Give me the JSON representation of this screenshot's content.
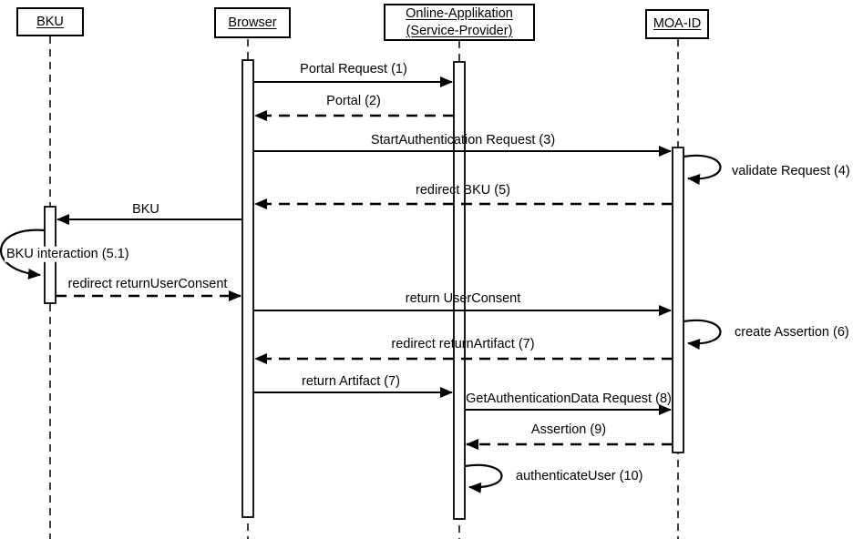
{
  "diagram": {
    "kind": "uml-sequence-diagram",
    "colors": {
      "line": "#000000",
      "background": "#ffffff"
    },
    "actors": [
      {
        "id": "bku",
        "label": "BKU"
      },
      {
        "id": "browser",
        "label": "Browser"
      },
      {
        "id": "online-app",
        "label": "Online-Applikation (Service-Provider)"
      },
      {
        "id": "moa-id",
        "label": "MOA-ID"
      }
    ],
    "messages": [
      {
        "label": "Portal Request (1)",
        "from": "Browser",
        "to": "Online-Applikation",
        "style": "solid"
      },
      {
        "label": "Portal (2)",
        "from": "Online-Applikation",
        "to": "Browser",
        "style": "dashed"
      },
      {
        "label": "StartAuthentication Request (3)",
        "from": "Browser",
        "to": "MOA-ID",
        "style": "solid"
      },
      {
        "label": "validate Request (4)",
        "from": "MOA-ID",
        "to": "MOA-ID",
        "style": "self-loop"
      },
      {
        "label": "redirect BKU (5)",
        "from": "MOA-ID",
        "to": "Browser",
        "style": "dashed"
      },
      {
        "label": "BKU",
        "from": "Browser",
        "to": "BKU",
        "style": "solid"
      },
      {
        "label": "BKU interaction (5.1)",
        "from": "BKU",
        "to": "BKU",
        "style": "self-loop"
      },
      {
        "label": "redirect returnUserConsent",
        "from": "BKU",
        "to": "Browser",
        "style": "dashed"
      },
      {
        "label": "return UserConsent",
        "from": "Browser",
        "to": "MOA-ID",
        "style": "solid"
      },
      {
        "label": "create Assertion (6)",
        "from": "MOA-ID",
        "to": "MOA-ID",
        "style": "self-loop"
      },
      {
        "label": "redirect returnArtifact (7)",
        "from": "MOA-ID",
        "to": "Browser",
        "style": "dashed"
      },
      {
        "label": "return Artifact (7)",
        "from": "Browser",
        "to": "Online-Applikation",
        "style": "solid"
      },
      {
        "label": "GetAuthenticationData Request (8)",
        "from": "Online-Applikation",
        "to": "MOA-ID",
        "style": "solid"
      },
      {
        "label": "Assertion (9)",
        "from": "MOA-ID",
        "to": "Online-Applikation",
        "style": "dashed"
      },
      {
        "label": "authenticateUser (10)",
        "from": "Online-Applikation",
        "to": "Online-Applikation",
        "style": "self-loop"
      }
    ]
  }
}
